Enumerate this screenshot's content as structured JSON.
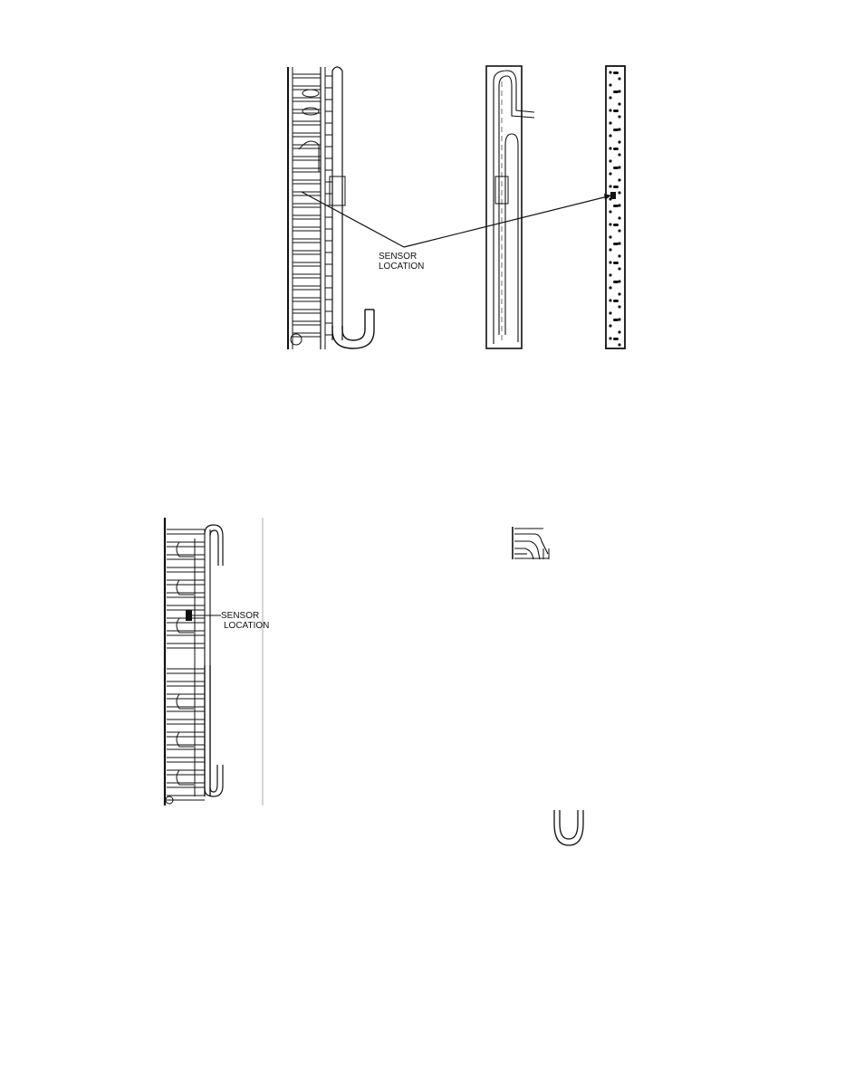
{
  "figure_top": {
    "label_line1": "SENSOR",
    "label_line2": "LOCATION"
  },
  "figure_bottom": {
    "label_line1": "SENSOR",
    "label_line2": "LOCATION"
  },
  "colors": {
    "ink": "#111111",
    "paper": "#ffffff"
  }
}
